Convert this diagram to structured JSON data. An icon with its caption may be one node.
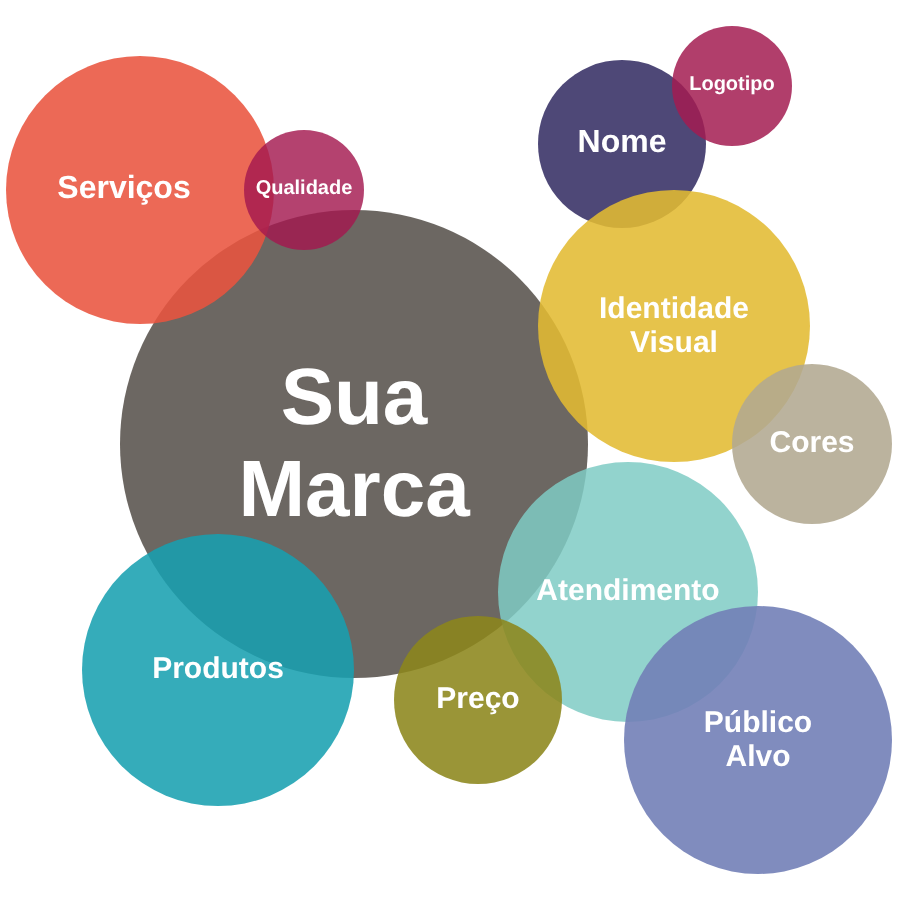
{
  "diagram": {
    "nodes": [
      {
        "text": [
          "Serviços"
        ]
      },
      {
        "text": [
          "Qualidade"
        ]
      },
      {
        "text": [
          "Sua Marca"
        ]
      },
      {
        "text": [
          "Nome"
        ]
      },
      {
        "text": [
          "Logotipo"
        ]
      },
      {
        "text": [
          "Identidade Visual"
        ]
      },
      {
        "text": [
          "Cores"
        ]
      },
      {
        "text": [
          "Atendimento"
        ]
      },
      {
        "text": [
          "Produtos"
        ]
      },
      {
        "text": [
          "Preço"
        ]
      },
      {
        "text": [
          "Público Alvo"
        ]
      }
    ]
  }
}
